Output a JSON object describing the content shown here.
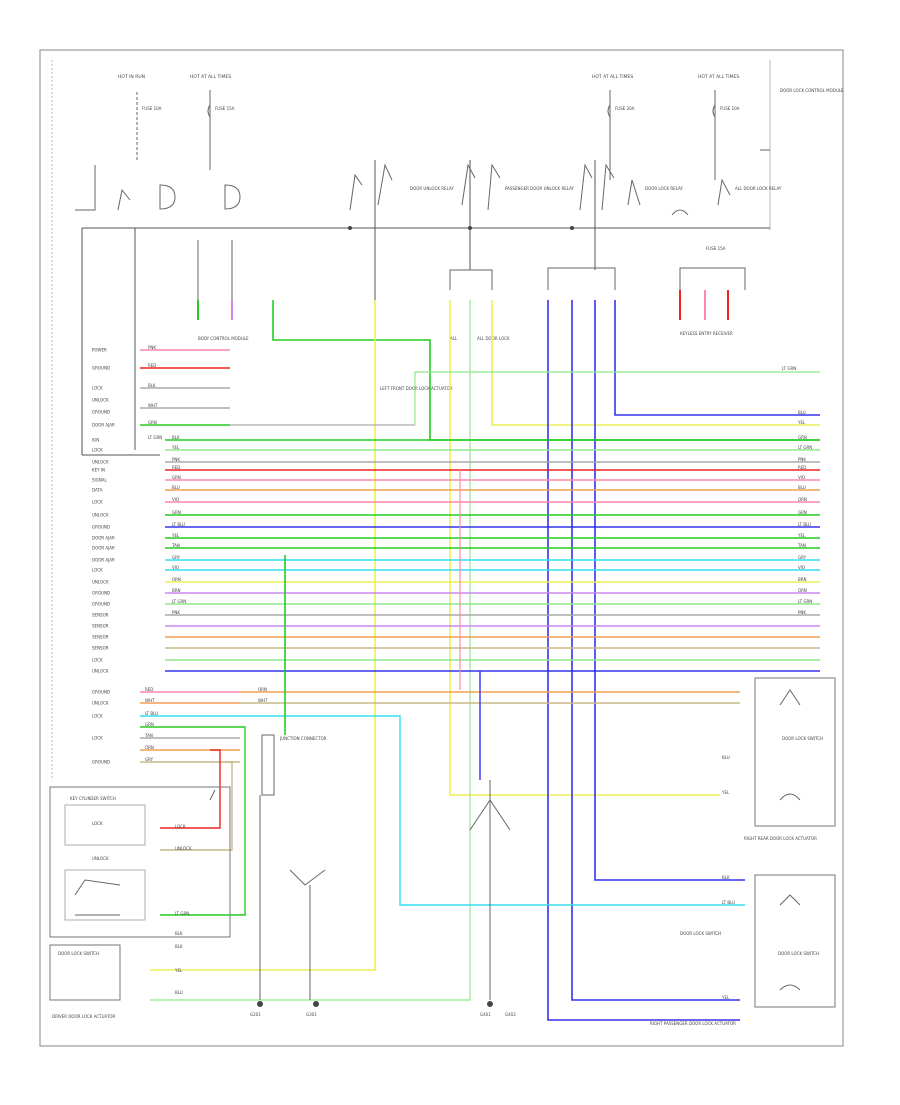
{
  "colors": {
    "frame": "#888888",
    "wire_black": "#555555",
    "green": "#22cc22",
    "light_green": "#8ee88e",
    "yellow": "#eeee55",
    "pink": "#ff88aa",
    "red": "#ee2222",
    "blue": "#3333ee",
    "light_blue": "#33ddee",
    "orange": "#f0a050",
    "tan": "#c8b888",
    "gray": "#aaaaaa",
    "violet": "#cc88ee",
    "purple": "#aa44cc"
  },
  "diagram": {
    "top_sources": [
      "HOT IN RUN",
      "HOT AT ALL TIMES",
      "HOT AT ALL TIMES",
      "HOT AT ALL TIMES"
    ],
    "fuses": [
      "FUSE 10A",
      "FUSE 15A",
      "FUSE 20A",
      "FUSE 10A",
      "FUSE 15A"
    ],
    "top_note": "DOOR LOCK CONTROL MODULE",
    "relays": [
      "DOOR UNLOCK RELAY",
      "PASSENGER DOOR UNLOCK RELAY",
      "DOOR LOCK RELAY",
      "ALL DOOR LOCK RELAY"
    ],
    "module_labels": [
      "BODY CONTROL MODULE",
      "KEYLESS ENTRY RECEIVER"
    ],
    "connector_label": "ALL",
    "right_box_1": [
      "RIGHT REAR DOOR LOCK ACTUATOR",
      "DOOR LOCK SWITCH"
    ],
    "right_box_2": [
      "DOOR LOCK SWITCH",
      "DOOR LOCK SWITCH"
    ],
    "left_box_1": [
      "KEY CYLINDER SWITCH",
      "LOCK",
      "UNLOCK"
    ],
    "left_box_2": [
      "DOOR LOCK SWITCH"
    ],
    "left_bottom_caption": "DRIVER DOOR LOCK ACTUATOR",
    "center_caption": [
      "JUNCTION CONNECTOR"
    ],
    "ground_labels": [
      "G201",
      "G301",
      "G401",
      "G402"
    ],
    "right_bottom_caption": "RIGHT PASSENGER DOOR LOCK ACTUATOR",
    "mid_notes": [
      "LEFT FRONT DOOR LOCK ACTUATOR",
      "ALL DOOR LOCK",
      "LT GRN"
    ],
    "left_pin_labels": [
      "POWER",
      "GROUND",
      "LOCK",
      "UNLOCK",
      "GROUND",
      "DOOR AJAR",
      "IGN",
      "LOCK",
      "UNLOCK",
      "KEY IN",
      "SIGNAL",
      "DATA",
      "LOCK",
      "UNLOCK",
      "GROUND",
      "DOOR AJAR",
      "DOOR AJAR",
      "DOOR AJAR",
      "LOCK",
      "UNLOCK",
      "GROUND",
      "GROUND",
      "SENSOR",
      "SENSOR",
      "SENSOR",
      "SENSOR",
      "LOCK",
      "UNLOCK",
      "GROUND",
      "UNLOCK",
      "LOCK",
      "LOCK",
      "GROUND"
    ],
    "wire_codes": {
      "bcm": [
        "PNK",
        "RED",
        "BLK",
        "WHT",
        "GRN",
        "LT GRN"
      ],
      "bus": [
        "BLK",
        "YEL",
        "PNK",
        "RED",
        "GRN",
        "BLU",
        "VIO",
        "GRN",
        "LT BLU",
        "YEL",
        "TAN",
        "GRY",
        "VIO",
        "ORN",
        "BRN",
        "LT GRN",
        "PNK"
      ],
      "right_end": [
        "BLU",
        "YEL",
        "GRN",
        "LT GRN",
        "PNK",
        "RED",
        "VIO",
        "BLU",
        "ORN",
        "GRN",
        "LT BLU",
        "YEL",
        "TAN",
        "GRY",
        "VIO",
        "BRN",
        "ORN",
        "LT GRN",
        "PNK"
      ],
      "lower_left": [
        "RED",
        "WHT",
        "LT BLU",
        "GRN",
        "TAN",
        "ORN",
        "GRY"
      ],
      "lower_left_2": [
        "ORN",
        "WHT"
      ],
      "switch_box": [
        "LOCK",
        "UNLOCK",
        "LT GRN",
        "BLK"
      ],
      "bottom": [
        "BLK",
        "YEL",
        "BLU"
      ],
      "right_lower": [
        "BLU",
        "YEL",
        "BLK",
        "LT BLU",
        "YEL"
      ]
    }
  }
}
